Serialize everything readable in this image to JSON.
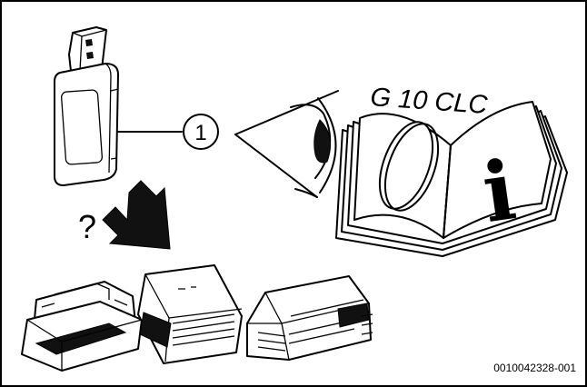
{
  "manual": {
    "title": "G 10 CLC",
    "info_symbol": "i"
  },
  "callout": {
    "number": "1"
  },
  "question_mark": "?",
  "reference_code": "0010042328-001",
  "icons": {
    "usb_module": "usb-stick-icon",
    "eye": "eye-icon",
    "manual": "book-icon",
    "arrow": "arrow-down-right-icon",
    "cassette_unit": "cassette-unit-icon",
    "ceiling_unit": "ceiling-unit-icon",
    "ducted_unit": "ducted-unit-icon"
  }
}
